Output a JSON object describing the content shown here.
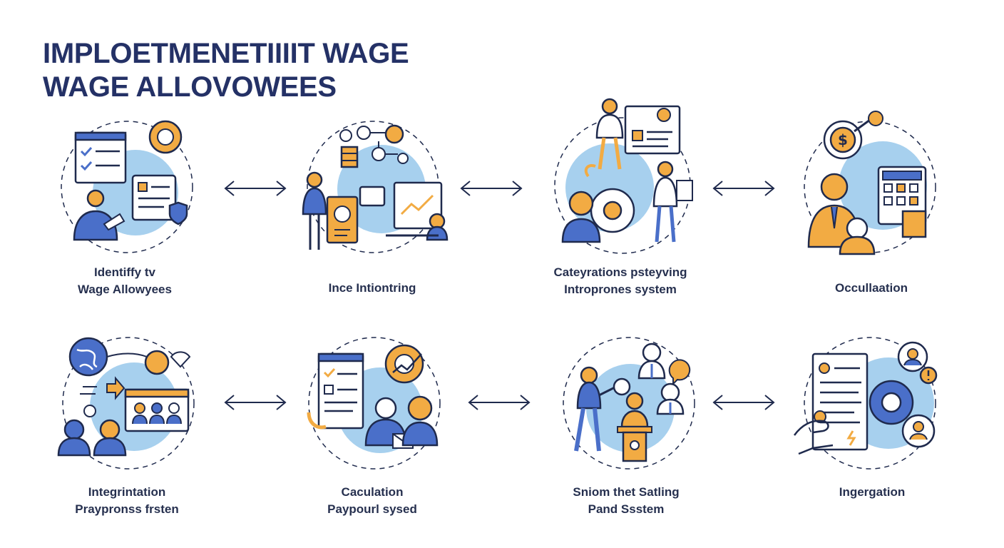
{
  "title": {
    "line1": "IMPLOETMENETIIIIT WAGE",
    "line2": "WAGE ALLOVOWEES"
  },
  "steps": [
    {
      "line1": "Identiffy tv",
      "line2": "Wage Allowyees",
      "icon": "checklist-gear-person-icon"
    },
    {
      "line1": "Ince Intiontring",
      "line2": "",
      "icon": "money-network-presenter-icon"
    },
    {
      "line1": "Cateyrations psteyving",
      "line2": "Introprones system",
      "icon": "profile-gear-people-icon"
    },
    {
      "line1": "Occullaation",
      "line2": "",
      "icon": "dollar-calculator-person-icon"
    },
    {
      "line1": "Integrintation",
      "line2": "Praypronss frsten",
      "icon": "globe-meeting-people-icon"
    },
    {
      "line1": "Caculation",
      "line2": "Paypourl sysed",
      "icon": "document-gear-people-icon"
    },
    {
      "line1": "Sniom thet Satling",
      "line2": "Pand Ssstem",
      "icon": "presenter-podium-people-icon"
    },
    {
      "line1": "Ingergation",
      "line2": "",
      "icon": "document-gear-hand-icon"
    }
  ],
  "colors": {
    "navy": "#243166",
    "blue": "#4a6fc9",
    "light_blue": "#a7d0ee",
    "orange": "#f2ab43",
    "line": "#1f2a4d"
  }
}
